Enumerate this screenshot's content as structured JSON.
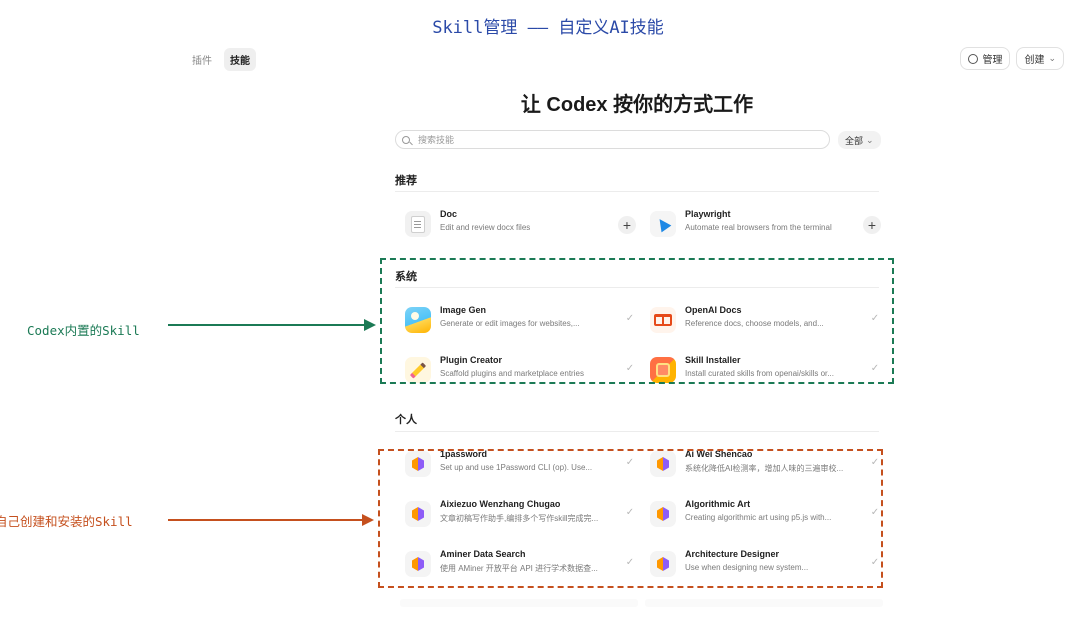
{
  "banner": {
    "title": "Skill管理 —— 自定义AI技能"
  },
  "top_tabs": [
    {
      "label": "插件",
      "active": false
    },
    {
      "label": "技能",
      "active": true
    }
  ],
  "top_right": {
    "manage_label": "管理",
    "create_label": "创建"
  },
  "hero": {
    "title": "让 Codex 按你的方式工作"
  },
  "search": {
    "placeholder": "搜索技能",
    "value": ""
  },
  "filter": {
    "label": "全部"
  },
  "sections": {
    "recommended": {
      "title": "推荐",
      "items": [
        {
          "name": "Doc",
          "desc": "Edit and review docx files",
          "icon": "document-icon",
          "action": "add"
        },
        {
          "name": "Playwright",
          "desc": "Automate real browsers from the terminal",
          "icon": "cursor-icon",
          "action": "add"
        }
      ]
    },
    "system": {
      "title": "系统",
      "items": [
        {
          "name": "Image Gen",
          "desc": "Generate or edit images for websites,...",
          "icon": "image-icon",
          "action": "installed"
        },
        {
          "name": "OpenAI Docs",
          "desc": "Reference docs, choose models, and...",
          "icon": "book-icon",
          "action": "installed"
        },
        {
          "name": "Plugin Creator",
          "desc": "Scaffold plugins and marketplace entries",
          "icon": "pencil-icon",
          "action": "installed"
        },
        {
          "name": "Skill Installer",
          "desc": "Install curated skills from openai/skills or...",
          "icon": "installer-icon",
          "action": "installed"
        }
      ]
    },
    "personal": {
      "title": "个人",
      "items": [
        {
          "name": "1password",
          "desc": "Set up and use 1Password CLI (op). Use...",
          "icon": "cube-icon",
          "action": "installed"
        },
        {
          "name": "Ai Wei Shencao",
          "desc": "系统化降低AI检测率，增加人味的三遍审校...",
          "icon": "cube-icon",
          "action": "installed"
        },
        {
          "name": "Aixiezuo Wenzhang Chugao",
          "desc": "文章初稿写作助手,编排多个写作skill完成完...",
          "icon": "cube-icon",
          "action": "installed"
        },
        {
          "name": "Algorithmic Art",
          "desc": "Creating algorithmic art using p5.js with...",
          "icon": "cube-icon",
          "action": "installed"
        },
        {
          "name": "Aminer Data Search",
          "desc": "使用 AMiner 开放平台 API 进行学术数据查...",
          "icon": "cube-icon",
          "action": "installed"
        },
        {
          "name": "Architecture Designer",
          "desc": "Use when designing new system...",
          "icon": "cube-icon",
          "action": "installed"
        }
      ]
    }
  },
  "annotations": {
    "system_note": "Codex内置的Skill",
    "personal_note": "自己创建和安装的Skill",
    "system_color": "#1b7a55",
    "personal_color": "#c5501e"
  },
  "symbols": {
    "plus": "+",
    "check": "✓",
    "chevron": "⌄"
  }
}
